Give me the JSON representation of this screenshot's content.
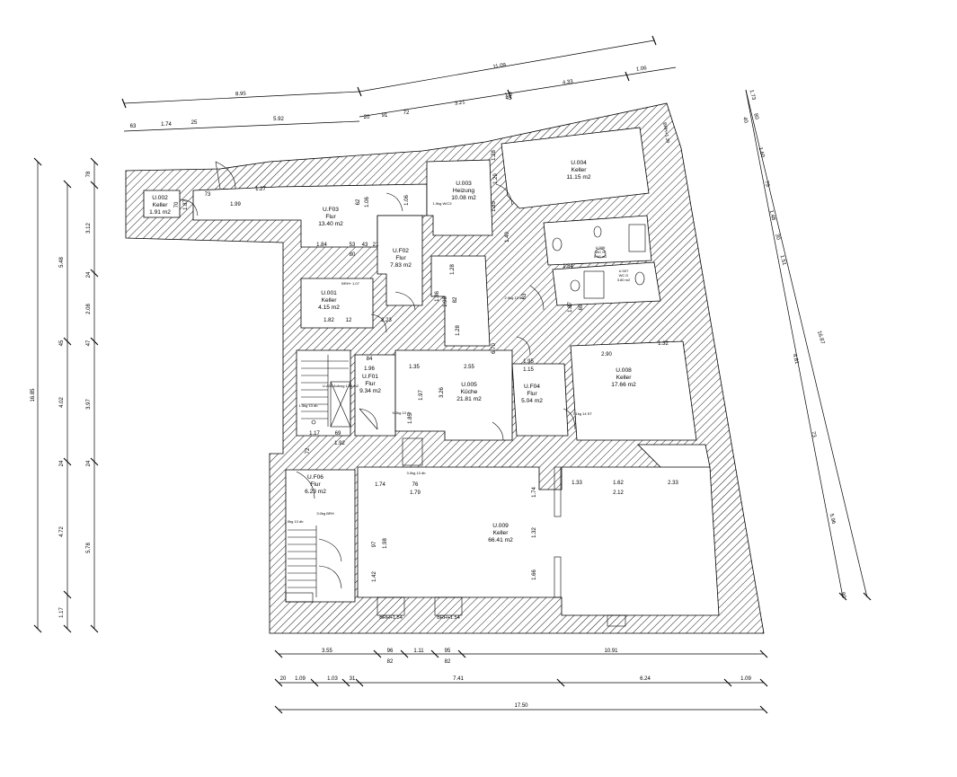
{
  "rooms": [
    {
      "id": "U.002",
      "name": "Keller",
      "area": "1.91 m2"
    },
    {
      "id": "U.F03",
      "name": "Flur",
      "area": "13.40 m2"
    },
    {
      "id": "U.003",
      "name": "Heizung",
      "area": "10.08 m2"
    },
    {
      "id": "U.004",
      "name": "Keller",
      "area": "11.15 m2"
    },
    {
      "id": "U.F02",
      "name": "Flur",
      "area": "7.83 m2"
    },
    {
      "id": "U.001",
      "name": "Keller",
      "area": "4.15 m2"
    },
    {
      "id": "U.006",
      "name": "WC H",
      "area": "5.46 m2"
    },
    {
      "id": "U.007",
      "name": "WC D",
      "area": "3.80 m2"
    },
    {
      "id": "U.F01",
      "name": "Flur",
      "area": "9.34 m2"
    },
    {
      "id": "U.005",
      "name": "Küche",
      "area": "21.81 m2"
    },
    {
      "id": "U.F04",
      "name": "Flur",
      "area": "5.04 m2"
    },
    {
      "id": "U.008",
      "name": "Keller",
      "area": "17.66 m2"
    },
    {
      "id": "U.F06",
      "name": "Flur",
      "area": "6.23 m2"
    },
    {
      "id": "U.009",
      "name": "Keller",
      "area": "66.41 m2"
    }
  ],
  "dims_top1": [
    "8.95",
    "11.09",
    "4.33",
    "1.06",
    "3.21",
    "1.5"
  ],
  "dims_top2": [
    "63",
    "1.74",
    "25",
    "5.92",
    "20",
    "91",
    "72",
    "45"
  ],
  "dims_bottom1": [
    "3.55",
    "96",
    "1.11",
    "95",
    "10.91"
  ],
  "dims_bottom1b": [
    "82",
    "82"
  ],
  "dims_bottom2": [
    "20",
    "1.09",
    "1.03",
    "31",
    "7.41",
    "6.24",
    "1.09"
  ],
  "dims_bottom3": [
    "17.50"
  ],
  "dims_left1": [
    "16.85"
  ],
  "dims_left2": [
    "5.48",
    "45",
    "4.02",
    "24",
    "4.72",
    "1.17"
  ],
  "dims_left3": [
    "78",
    "3.12",
    "24",
    "2.08",
    "47",
    "3.97",
    "24",
    "5.78"
  ],
  "dims_right": [
    "1.73",
    "80",
    "40",
    "1.60",
    "79",
    "1.48",
    "30",
    "1.51",
    "16.87",
    "4.81",
    "73",
    "5.96",
    "90"
  ],
  "interior_dims": [
    "70",
    "1.87",
    "73",
    "1.27",
    "1.99",
    "62",
    "1.06",
    "1.06",
    "1.28",
    "1.29",
    "1.85",
    "1.84",
    "53",
    "43",
    "21",
    "80",
    "1.82",
    "12",
    "2.23",
    "84",
    "1.96",
    "1.35",
    "2.55",
    "1.95",
    "1.15",
    "2.90",
    "1.32",
    "1.17",
    "69",
    "1.92",
    "72",
    "1.74",
    "1.79",
    "76",
    "1.33",
    "1.62",
    "2.12",
    "2.33",
    "1.74",
    "1.32",
    "1.66",
    "97",
    "1.98",
    "1.42",
    "3.26",
    "1.97",
    "1.85",
    "6.70",
    "1.98",
    "1.28",
    "82",
    "1.86",
    "69",
    "1.28",
    "63",
    "1.84",
    "1.87",
    "1.40"
  ],
  "brh_labels": [
    "BRH+1.54",
    "BRH+1.54",
    "BRH+1.39",
    "BRH+ 1.07"
  ],
  "shaft_label": "U.A01\nAufzug\n1.46 m2",
  "small_notes": [
    "1.9kg\nW/C3",
    "2.9kg\n13 db",
    "9.0kg\n13 db",
    "3.0kg\n13 db",
    "1.9kg\n13 db",
    "3.0kg\nBRH",
    "7.1kg\n14 ST",
    "1.5kg\n13 db"
  ]
}
